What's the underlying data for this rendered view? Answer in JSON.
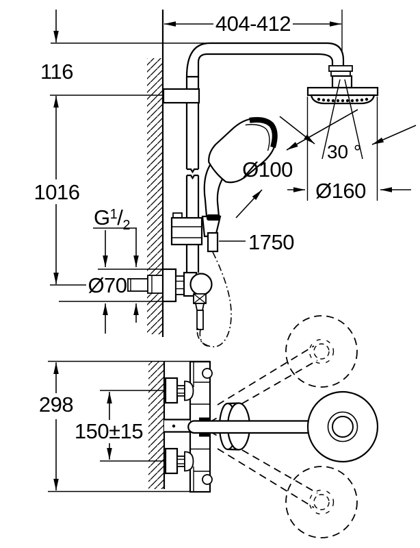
{
  "colors": {
    "line": "#000000",
    "background": "#ffffff"
  },
  "dims": {
    "width_range": "404-412",
    "arm_offset": "116",
    "column_height": "1016",
    "thread_letter": "G",
    "thread_numerator": "1",
    "thread_slash": "/",
    "thread_denominator": "2",
    "supply_escutcheon_diameter": "Ø70",
    "hand_shower_diameter": "Ø100",
    "spray_angle": "30 °",
    "head_shower_diameter": "Ø160",
    "hose_length": "1750",
    "valve_height": "298",
    "inlet_spacing": "150±15"
  }
}
